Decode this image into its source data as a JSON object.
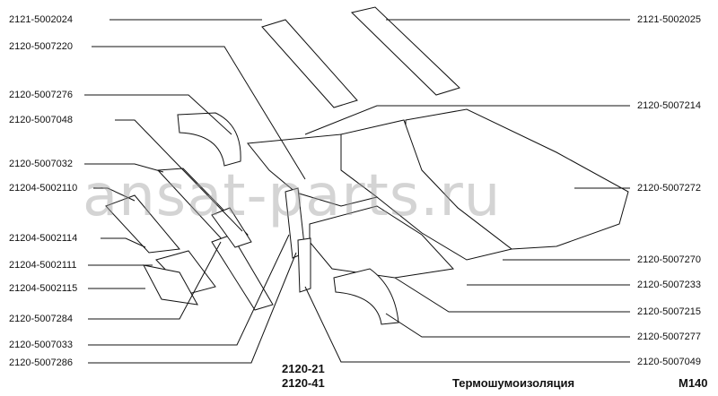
{
  "labels_left": [
    "2121-5002024",
    "2120-5007220",
    "2120-5007276",
    "2120-5007048",
    "2120-5007032",
    "21204-5002110",
    "21204-5002114",
    "21204-5002111",
    "21204-5002115",
    "2120-5007284",
    "2120-5007033",
    "2120-5007286"
  ],
  "labels_right": [
    "2121-5002025",
    "2120-5007214",
    "2120-5007272",
    "2120-5007270",
    "2120-5007233",
    "2120-5007215",
    "2120-5007277",
    "2120-5007049"
  ],
  "footer": {
    "model_line1": "2120-21",
    "model_line2": "2120-41",
    "title": "Термошумоизоляция",
    "code": "M140"
  },
  "watermark": "ansat-parts.ru"
}
